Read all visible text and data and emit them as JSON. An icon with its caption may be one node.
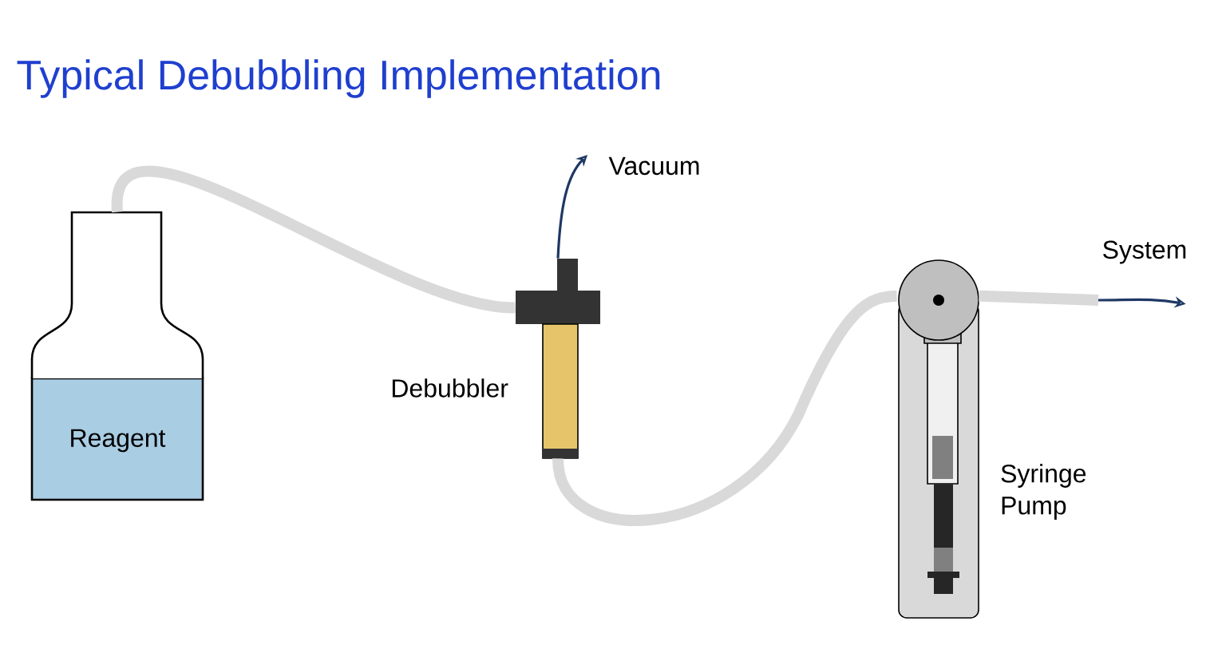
{
  "diagram": {
    "title": "Typical Debubbling Implementation",
    "nodes": [
      {
        "text": [
          "Reagent"
        ]
      },
      {
        "text": [],
        "shape": "picture",
        "beside": [
          "Debubbler"
        ]
      },
      {
        "text": [
          "Vacuum"
        ]
      },
      {
        "text": [],
        "shape": "picture",
        "beside": [
          "Syringe Pump"
        ]
      },
      {
        "text": [
          "System"
        ]
      }
    ],
    "edges": [
      {
        "from": 0,
        "to": 1,
        "arrow": "none",
        "color": "#d9d9d9"
      },
      {
        "from": 1,
        "to": 2,
        "arrow": "to",
        "color": "#1f3864"
      },
      {
        "from": 1,
        "to": 3,
        "arrow": "none",
        "color": "#d9d9d9"
      },
      {
        "from": 3,
        "to": null,
        "arrow": "none",
        "color": "#d9d9d9"
      },
      {
        "from": null,
        "to": 4,
        "arrow": "to",
        "color": "#1f3864"
      }
    ]
  }
}
